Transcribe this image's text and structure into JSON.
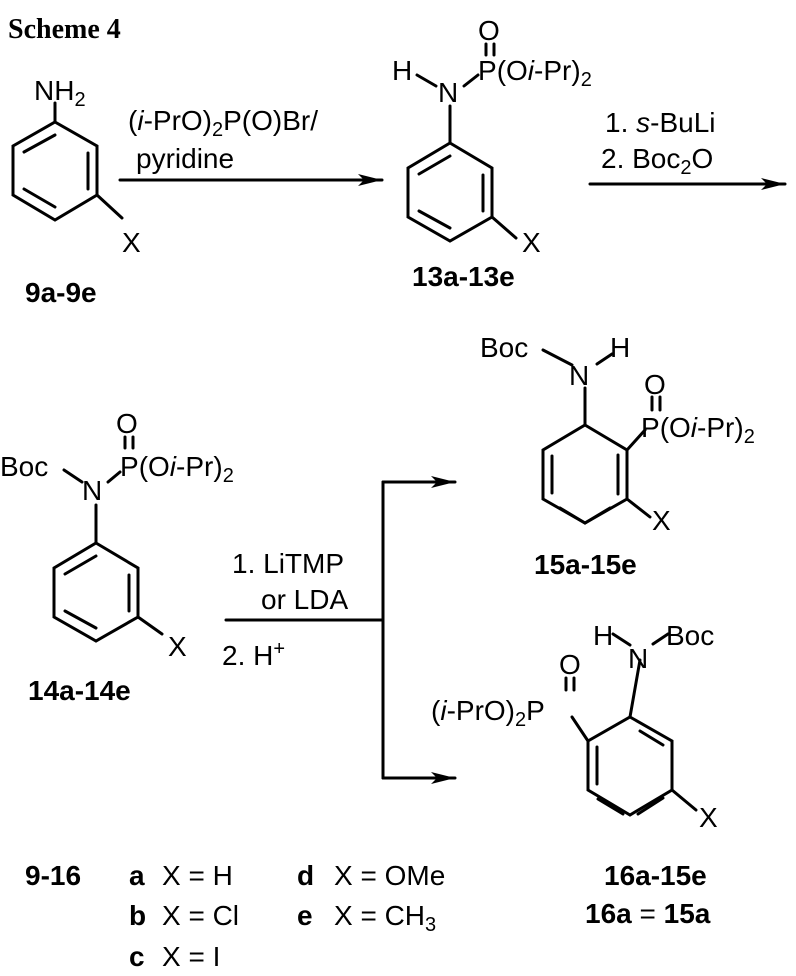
{
  "title": "Scheme 4",
  "compounds": {
    "c9": {
      "label": "9a-9e",
      "amine": "NH",
      "amine_sub": "2",
      "x": "X"
    },
    "c13": {
      "label": "13a-13e",
      "h": "H",
      "n": "N",
      "o": "O",
      "p": "P",
      "rest_a": "(O",
      "rest_i": "i",
      "rest_b": "-Pr)",
      "rest_sub": "2",
      "x": "X"
    },
    "c14": {
      "label": "14a-14e",
      "boc": "Boc",
      "n": "N",
      "o": "O",
      "p": "P",
      "rest_a": "(O",
      "rest_i": "i",
      "rest_b": "-Pr)",
      "rest_sub": "2",
      "x": "X"
    },
    "c15": {
      "label": "15a-15e",
      "boc": "Boc",
      "n": "N",
      "h": "H",
      "o": "O",
      "p": "P",
      "rest_a": "(O",
      "rest_i": "i",
      "rest_b": "-Pr)",
      "rest_sub": "2",
      "x": "X"
    },
    "c16": {
      "label": "16a-15e",
      "label2_a": "16a",
      "label2_eq": " = ",
      "label2_b": "15a",
      "h": "H",
      "n": "N",
      "boc": "Boc",
      "o": "O",
      "p": "P",
      "left_a": "(",
      "left_i": "i",
      "left_b": "-PrO)",
      "left_sub": "2",
      "x": "X"
    }
  },
  "reagents": {
    "r1_line1_a": "(",
    "r1_line1_i": "i",
    "r1_line1_b": "-PrO)",
    "r1_line1_sub": "2",
    "r1_line1_c": "P(O)Br/",
    "r1_line2": "pyridine",
    "r2_line1_a": "1. ",
    "r2_line1_i": "s",
    "r2_line1_b": "-BuLi",
    "r2_line2_a": "2. Boc",
    "r2_line2_sub": "2",
    "r2_line2_b": "O",
    "r3_line1": "1. LiTMP",
    "r3_line2": "or LDA",
    "r3_line3_a": "2. H",
    "r3_line3_sup": "+"
  },
  "legend": {
    "range": "9-16",
    "a_letter": "a",
    "a_text": "X = H",
    "b_letter": "b",
    "b_text": "X = Cl",
    "c_letter": "c",
    "c_text": "X = I",
    "d_letter": "d",
    "d_text": "X = OMe",
    "e_letter": "e",
    "e_text_a": "X = CH",
    "e_sub": "3"
  }
}
